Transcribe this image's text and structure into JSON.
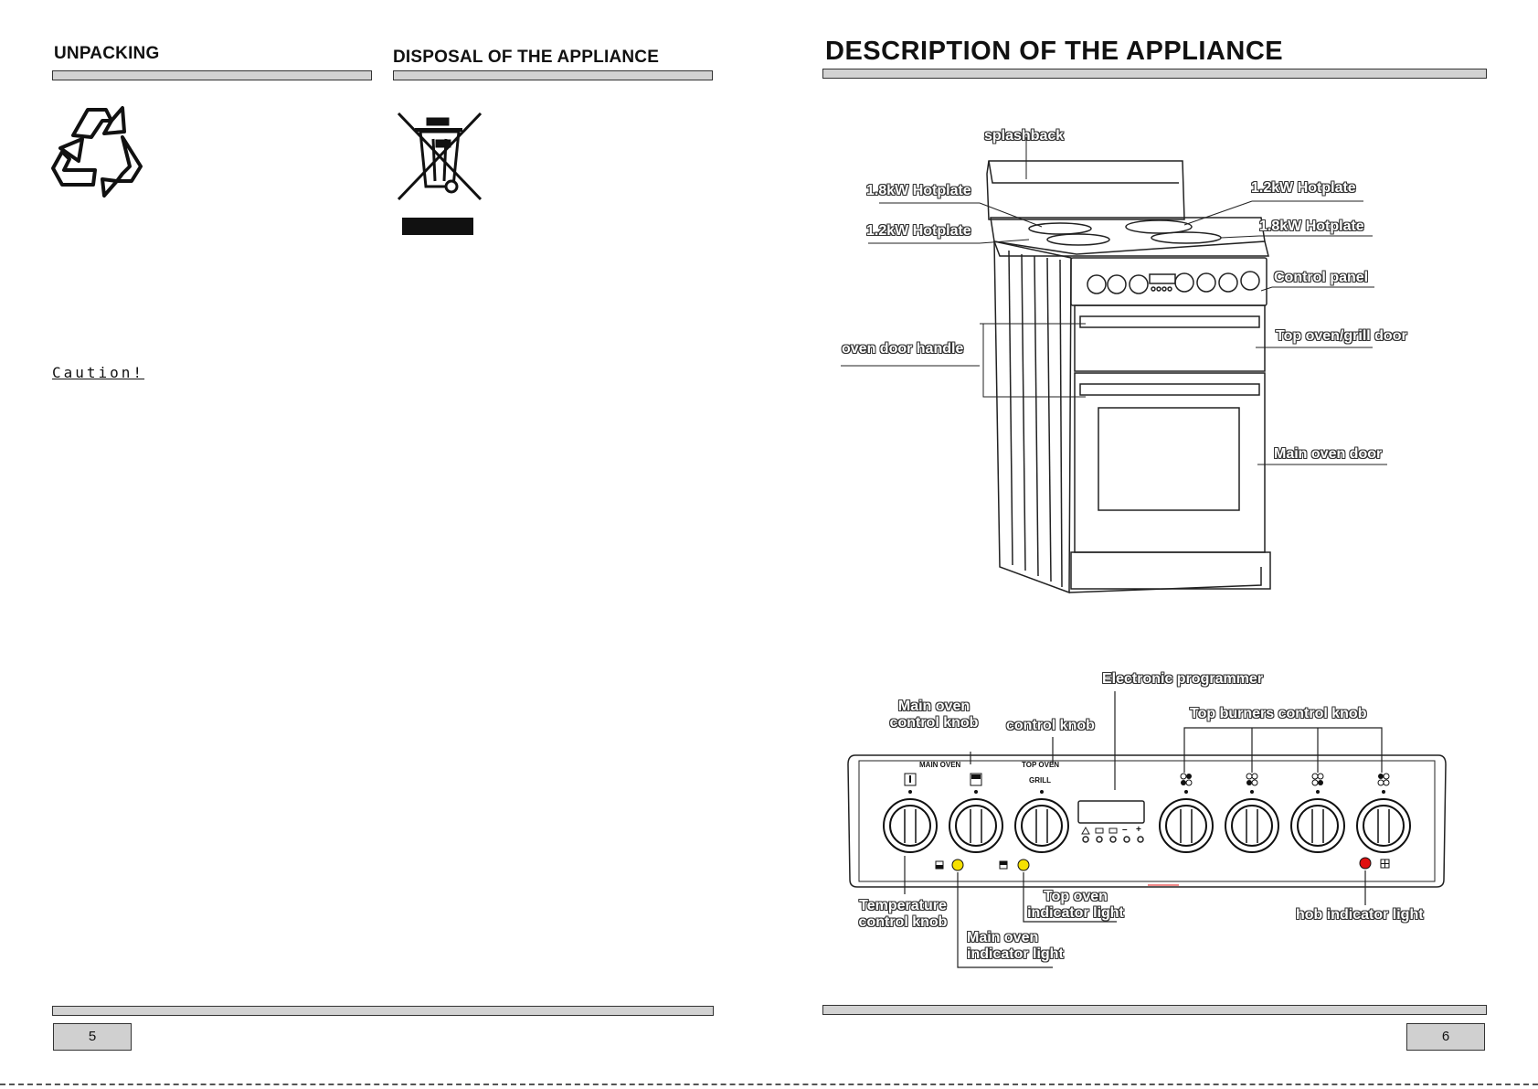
{
  "left_page": {
    "unpacking_heading": "UNPACKING",
    "disposal_heading": "DISPOSAL OF THE APPLIANCE",
    "caution_label": "Caution!",
    "page_number": "5",
    "icons": [
      "recycle-icon",
      "crossed-out-bin-icon"
    ]
  },
  "right_page": {
    "heading": "DESCRIPTION OF THE APPLIANCE",
    "page_number": "6",
    "cooker_labels": {
      "splashback": "splashback",
      "hotplate_left_rear": "1.8kW Hotplate",
      "hotplate_left_front": "1.2kW Hotplate",
      "hotplate_right_rear": "1.2kW Hotplate",
      "hotplate_right_front": "1.8kW Hotplate",
      "control_panel": "Control panel",
      "top_oven_door": "Top oven/grill door",
      "oven_door_handle": "oven door handle",
      "main_oven_door": "Main oven door"
    },
    "panel_labels": {
      "electronic_programmer": "Electronic programmer",
      "main_oven_knob_line1": "Main oven",
      "main_oven_knob_line2": "control knob",
      "top_oven_knob": "control knob",
      "top_burners_knob": "Top burners control knob",
      "temperature_line1": "Temperature",
      "temperature_line2": "control knob",
      "top_oven_light_line1": "Top oven",
      "top_oven_light_line2": "indicator light",
      "main_oven_light_line1": "Main oven",
      "main_oven_light_line2": "indicator light",
      "hob_light": "hob indicator light"
    },
    "panel_markings": {
      "main_oven": "MAIN OVEN",
      "top_oven": "TOP OVEN",
      "grill": "GRILL",
      "minus": "–",
      "plus": "+"
    },
    "colors": {
      "oven_indicator": "#f5e000",
      "hob_indicator": "#e01010"
    }
  }
}
